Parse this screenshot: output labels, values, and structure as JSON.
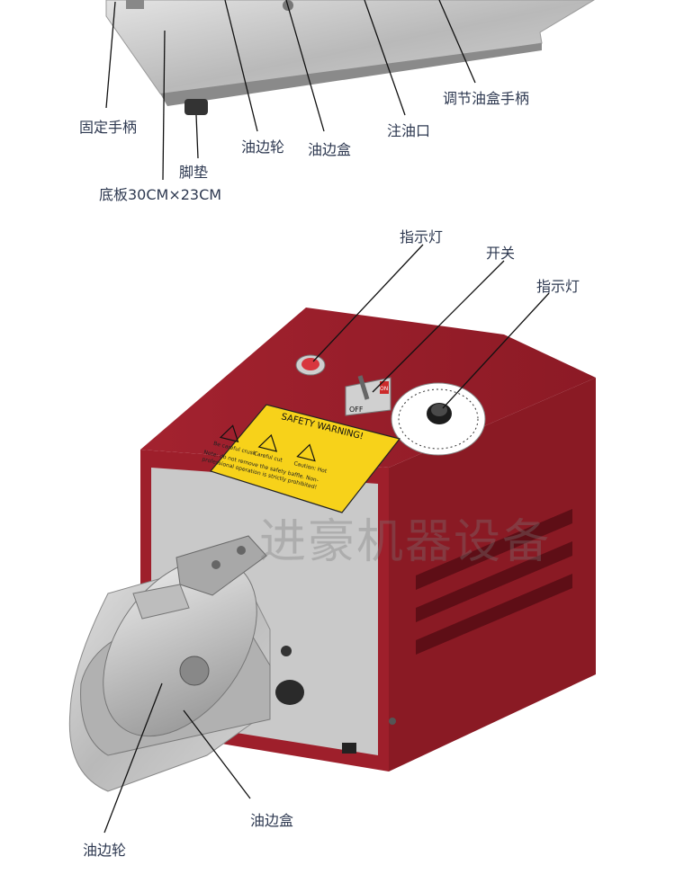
{
  "top_labels": {
    "fixed_handle": "固定手柄",
    "oil_wheel": "油边轮",
    "oil_box": "油边盒",
    "oil_inlet": "注油口",
    "adjust_handle": "调节油盒手柄",
    "foot_pad": "脚垫",
    "base_plate": "底板30CM×23CM"
  },
  "bottom_labels": {
    "indicator_1": "指示灯",
    "switch": "开关",
    "indicator_2": "指示灯",
    "oil_box": "油边盒",
    "oil_wheel": "油边轮"
  },
  "panel": {
    "warning_title": "SAFETY WARNING!",
    "warning_icon_1": "Be careful crush",
    "warning_icon_2": "Careful cut",
    "warning_icon_3": "Caution: Hot",
    "warning_note_1": "Note: do not remove the safety baffle. Non-",
    "warning_note_2": "professional operation is strictly prohibited!",
    "switch_off": "OFF",
    "switch_on": "ON"
  },
  "watermark": "进豪机器设备",
  "colors": {
    "machine_red": "#9e1f2b",
    "label_text": "#2d3850",
    "warning_yellow": "#f7d21a"
  }
}
